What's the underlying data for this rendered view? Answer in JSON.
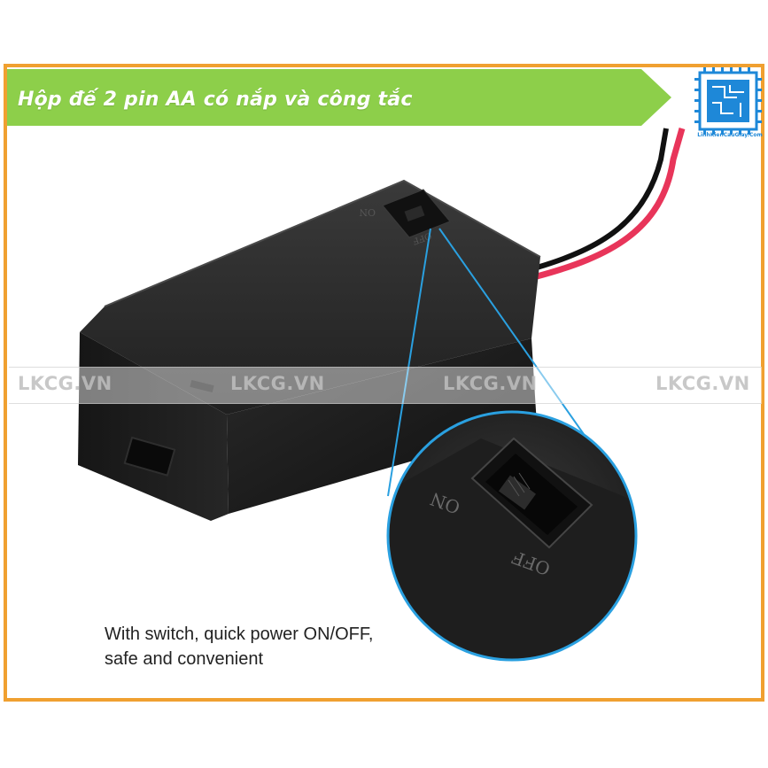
{
  "banner": {
    "title": "Hộp đế 2 pin AA có nắp và công tắc",
    "color": "#8dcf4a"
  },
  "logo": {
    "icon": "circuit-chip-icon",
    "text": "LinhKienCauGiay.Com",
    "color": "#1e88d8"
  },
  "watermarks": [
    "LKCG.VN",
    "LKCG.VN",
    "LKCG.VN",
    "LKCG.VN"
  ],
  "product": {
    "switch_on_label": "ON",
    "switch_off_label": "OFF",
    "zoom_on_label": "ON",
    "zoom_off_label": "OFF"
  },
  "caption": {
    "line1": "With switch, quick power ON/OFF,",
    "line2": "safe and convenient"
  },
  "colors": {
    "frame": "#f0a030",
    "zoom_ring": "#2aa0e0",
    "case": "#1a1a1a",
    "wire_red": "#e8355a",
    "wire_black": "#111111"
  }
}
